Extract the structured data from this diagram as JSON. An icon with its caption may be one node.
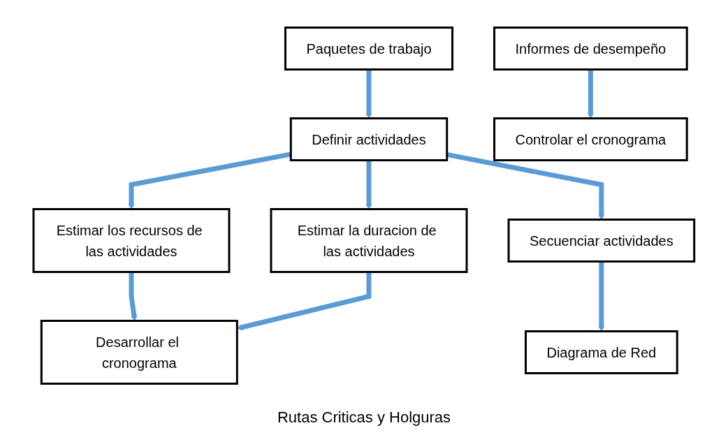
{
  "diagram": {
    "nodes": [
      {
        "text": [
          "Paquetes de trabajo"
        ]
      },
      {
        "text": [
          "Definir actividades"
        ]
      },
      {
        "text": [
          "Secuenciar actividades"
        ]
      },
      {
        "text": [
          "Diagrama de Red"
        ]
      },
      {
        "text": [
          "Estimar los recursos de las actividades"
        ]
      },
      {
        "text": [
          "Estimar la duracion de las actividades"
        ]
      },
      {
        "text": [
          "Desarrollar el cronograma"
        ]
      },
      {
        "text": [
          "Informes de desempeño"
        ]
      },
      {
        "text": [
          "Controlar el cronograma"
        ]
      }
    ],
    "edges": [
      {
        "from": 0,
        "to": 1,
        "arrow": "to"
      },
      {
        "from": 1,
        "to": 4,
        "arrow": "to"
      },
      {
        "from": 1,
        "to": 5,
        "arrow": "to"
      },
      {
        "from": 1,
        "to": 2,
        "arrow": "to"
      },
      {
        "from": 2,
        "to": 3,
        "arrow": "to"
      },
      {
        "from": 4,
        "to": 6,
        "arrow": "to"
      },
      {
        "from": 5,
        "to": 6,
        "arrow": "to"
      },
      {
        "from": 7,
        "to": 8,
        "arrow": "to"
      }
    ],
    "labels": [
      "Rutas Criticas y Holguras"
    ]
  }
}
